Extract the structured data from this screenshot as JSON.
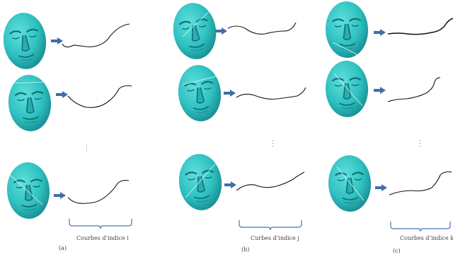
{
  "colors": {
    "face": "#2fc1c1",
    "face_shadow": "#178a8f",
    "arrow": "#3f6ea6",
    "curve": "#111111",
    "brace": "#4a74b0"
  },
  "columns": [
    {
      "caption": "(a)",
      "brace_label": "Courbes d’indice i"
    },
    {
      "caption": "(b)",
      "brace_label": "Curbes d’indice j"
    },
    {
      "caption": "(c)",
      "brace_label": "Courbes d’indice k"
    }
  ],
  "ellipsis": ".\n.\n."
}
